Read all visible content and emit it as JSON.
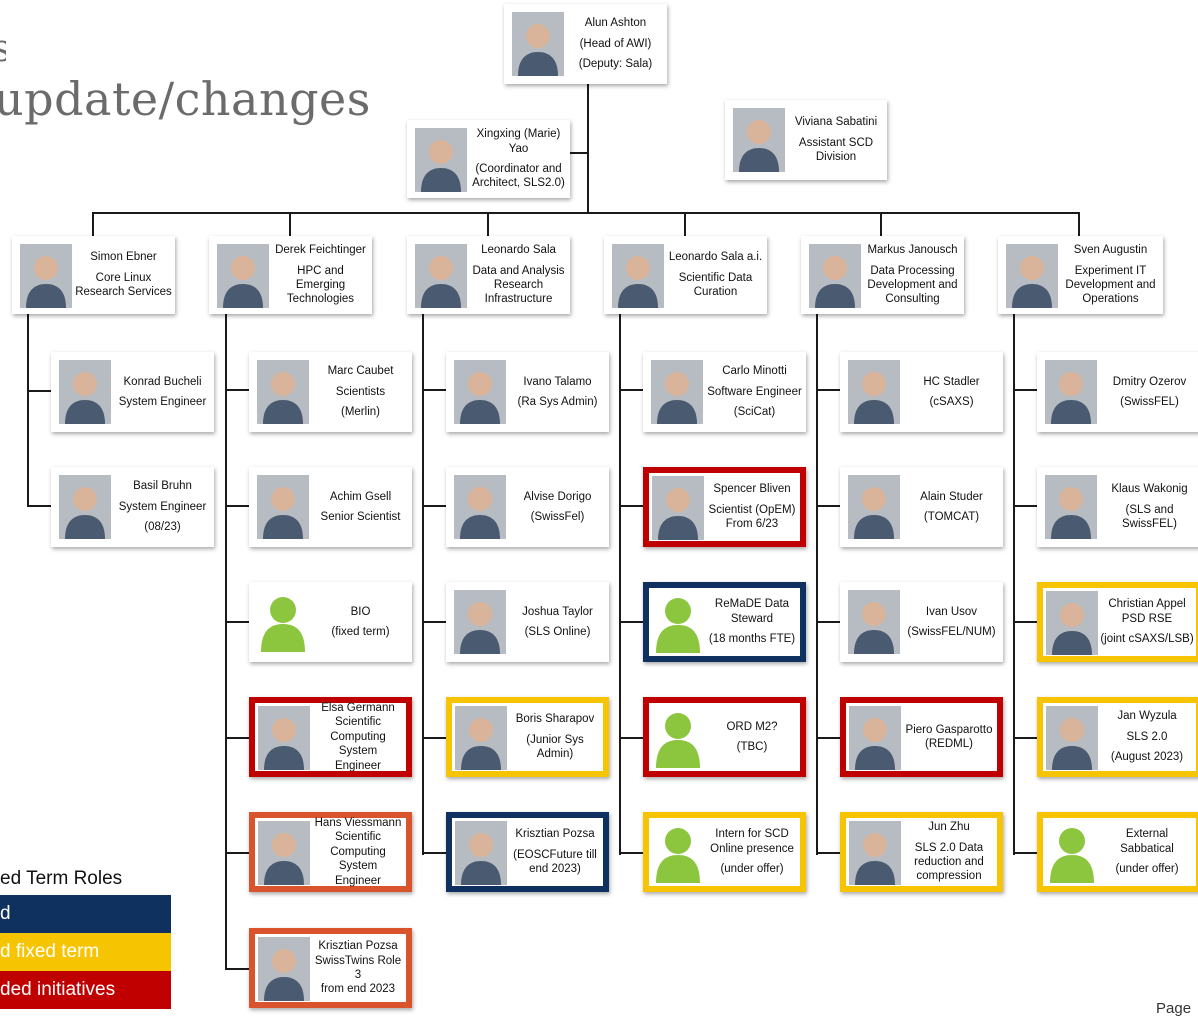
{
  "title": {
    "fragment": "s",
    "text": "update/changes"
  },
  "head": {
    "name": "Alun Ashton",
    "role": "(Head of AWI)",
    "deputy": "(Deputy: Sala)"
  },
  "assistant": {
    "name": "Viviana Sabatini",
    "role": "Assistant SCD Division"
  },
  "coordinator": {
    "name": "Xingxing (Marie) Yao",
    "role": "(Coordinator and Architect, SLS2.0)"
  },
  "groups": [
    {
      "name": "Simon Ebner",
      "role": "Core Linux\nResearch Services"
    },
    {
      "name": "Derek Feichtinger",
      "role": "HPC and Emerging\nTechnologies"
    },
    {
      "name": "Leonardo Sala",
      "role": "Data and Analysis\nResearch\nInfrastructure"
    },
    {
      "name": "Leonardo Sala a.i.",
      "role": "Scientific Data\nCuration"
    },
    {
      "name": "Markus Janousch",
      "role": "Data Processing\nDevelopment and\nConsulting"
    },
    {
      "name": "Sven Augustin",
      "role": "Experiment IT\nDevelopment and\nOperations"
    }
  ],
  "members": [
    [
      {
        "l1": "Konrad Bucheli",
        "l2": "System Engineer"
      },
      {
        "l1": "Basil Bruhn",
        "l2": "System Engineer",
        "l3": "(08/23)"
      }
    ],
    [
      {
        "l1": "Marc Caubet",
        "l2": "Scientists",
        "l3": "(Merlin)"
      },
      {
        "l1": "Achim Gsell",
        "l2": "Senior Scientist"
      },
      {
        "l1": "BIO",
        "l2": "(fixed term)"
      },
      {
        "l1": "Elsa Germann\nScientific\nComputing System\nEngineer"
      },
      {
        "l1": "Hans  Viessmann\nScientific\nComputing System\nEngineer"
      },
      {
        "l1": "Krisztian Pozsa\nSwissTwins Role 3\nfrom end 2023"
      }
    ],
    [
      {
        "l1": "Ivano Talamo",
        "l2": "(Ra Sys Admin)"
      },
      {
        "l1": "Alvise Dorigo",
        "l2": "(SwissFel)"
      },
      {
        "l1": "Joshua Taylor",
        "l2": "(SLS Online)"
      },
      {
        "l1": "Boris Sharapov",
        "l2": "(Junior Sys Admin)"
      },
      {
        "l1": "Krisztian Pozsa",
        "l2": "(EOSCFuture till\nend 2023)"
      }
    ],
    [
      {
        "l1": "Carlo Minotti",
        "l2": "Software Engineer",
        "l3": "(SciCat)"
      },
      {
        "l1": "Spencer Bliven",
        "l2": "Scientist (OpEM)\nFrom 6/23"
      },
      {
        "l1": "ReMaDE Data\nSteward",
        "l2": "(18 months FTE)"
      },
      {
        "l1": "ORD M2?",
        "l2": "(TBC)"
      },
      {
        "l1": "Intern for SCD\nOnline presence",
        "l2": "(under offer)"
      }
    ],
    [
      {
        "l1": "HC Stadler",
        "l2": "(cSAXS)"
      },
      {
        "l1": "Alain Studer",
        "l2": "(TOMCAT)"
      },
      {
        "l1": "Ivan Usov",
        "l2": "(SwissFEL/NUM)"
      },
      {
        "l1": "Piero Gasparotto\n(REDML)"
      },
      {
        "l1": "Jun Zhu",
        "l2": "SLS 2.0 Data\nreduction and\ncompression"
      }
    ],
    [
      {
        "l1": "Dmitry Ozerov",
        "l2": "(SwissFEL)"
      },
      {
        "l1": "Klaus Wakonig",
        "l2": "(SLS and SwissFEL)"
      },
      {
        "l1": "Christian Appel\nPSD RSE",
        "l2": "(joint cSAXS/LSB)"
      },
      {
        "l1": "Jan Wyzula",
        "l2": "SLS 2.0",
        "l3": "(August 2023)"
      },
      {
        "l1": "External\nSabbatical",
        "l2": "(under offer)"
      }
    ]
  ],
  "legend": {
    "title": "ed Term Roles",
    "items": [
      {
        "label": "d",
        "color": "#0f3160",
        "text_color": "#ffffff"
      },
      {
        "label": "d fixed term",
        "color": "#f6c400",
        "text_color": "#ffffff"
      },
      {
        "label": "ded initiatives",
        "color": "#c00000",
        "text_color": "#ffffff"
      }
    ]
  },
  "footer": {
    "page_label": "Page"
  },
  "colors": {
    "red": "#c00000",
    "navy": "#0f3160",
    "yellow": "#f6c400",
    "orange": "#d9532c",
    "avatar_green": "#8cc63f"
  }
}
